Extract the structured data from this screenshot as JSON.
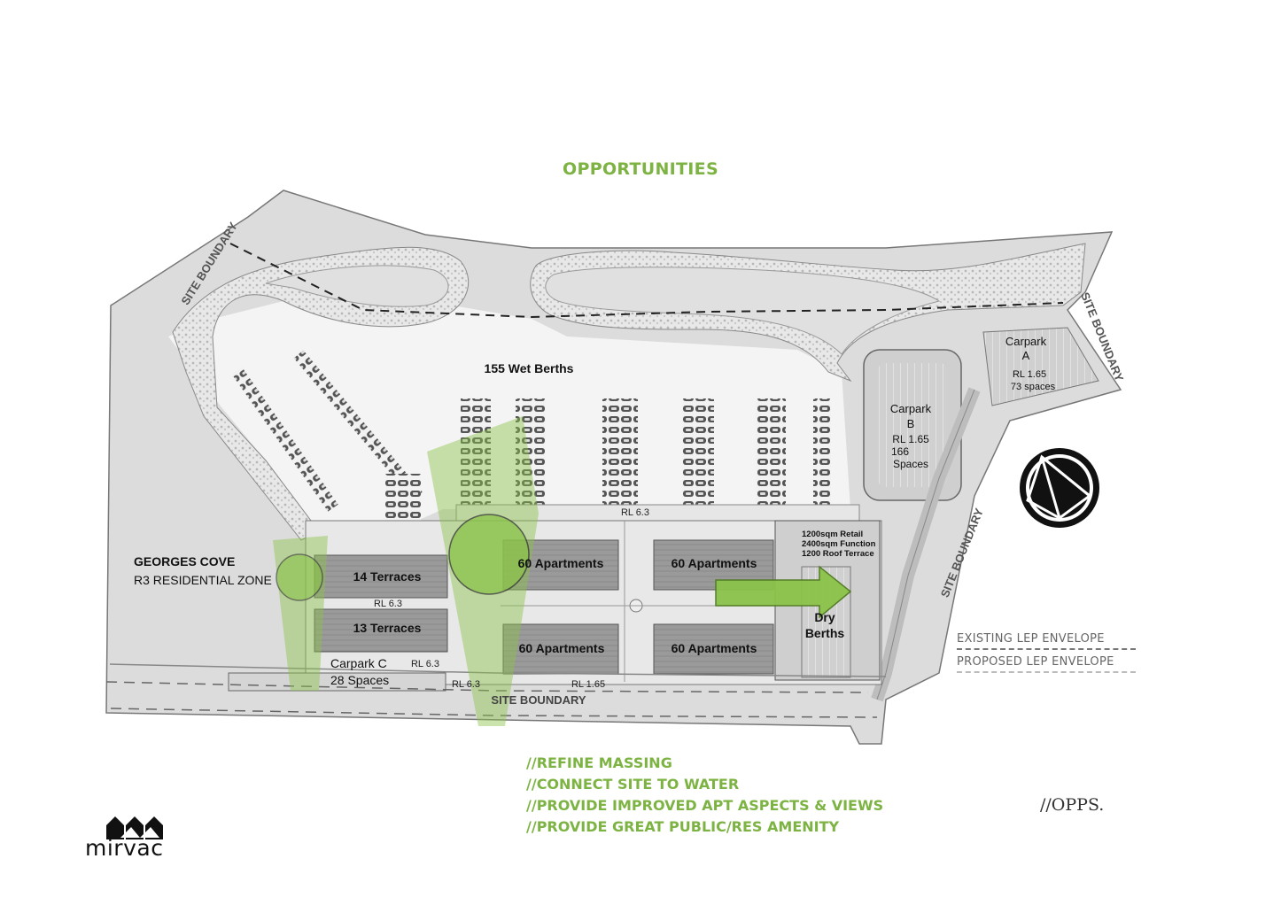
{
  "title": "OPPORTUNITIES",
  "labels": {
    "wet_berths": "155 Wet Berths",
    "carpark_a": [
      "Carpark",
      "A",
      "RL 1.65",
      "73 spaces"
    ],
    "carpark_b": [
      "Carpark",
      "B",
      "RL 1.65",
      "166",
      "Spaces"
    ],
    "carpark_c": [
      "Carpark C",
      "28 Spaces"
    ],
    "rl_63": "RL 6.3",
    "rl_165": "RL 1.65",
    "georges_cove": "GEORGES COVE",
    "r3_zone": "R3 RESIDENTIAL ZONE",
    "terraces_14": "14 Terraces",
    "terraces_13": "13 Terraces",
    "apt_a": "60 Apartments",
    "apt_b": "60 Apartments",
    "apt_c": "60 Apartments",
    "apt_d": "60 Apartments",
    "retail": [
      "1200sqm Retail",
      "2400sqm Function",
      "1200 Roof Terrace"
    ],
    "dry_berths": [
      "Dry",
      "Berths"
    ],
    "site_boundary": "SITE BOUNDARY"
  },
  "legend": {
    "existing": "EXISTING LEP ENVELOPE",
    "proposed": "PROPOSED LEP ENVELOPE"
  },
  "opportunities": [
    "//REFINE MASSING",
    "//CONNECT SITE TO WATER",
    "//PROVIDE IMPROVED APT ASPECTS & VIEWS",
    "//PROVIDE GREAT PUBLIC/RES AMENITY"
  ],
  "page_tag": "//OPPS.",
  "logo": "mirvac",
  "colors": {
    "accent_green": "#7cb342",
    "green_fill": "#8bc34a"
  }
}
